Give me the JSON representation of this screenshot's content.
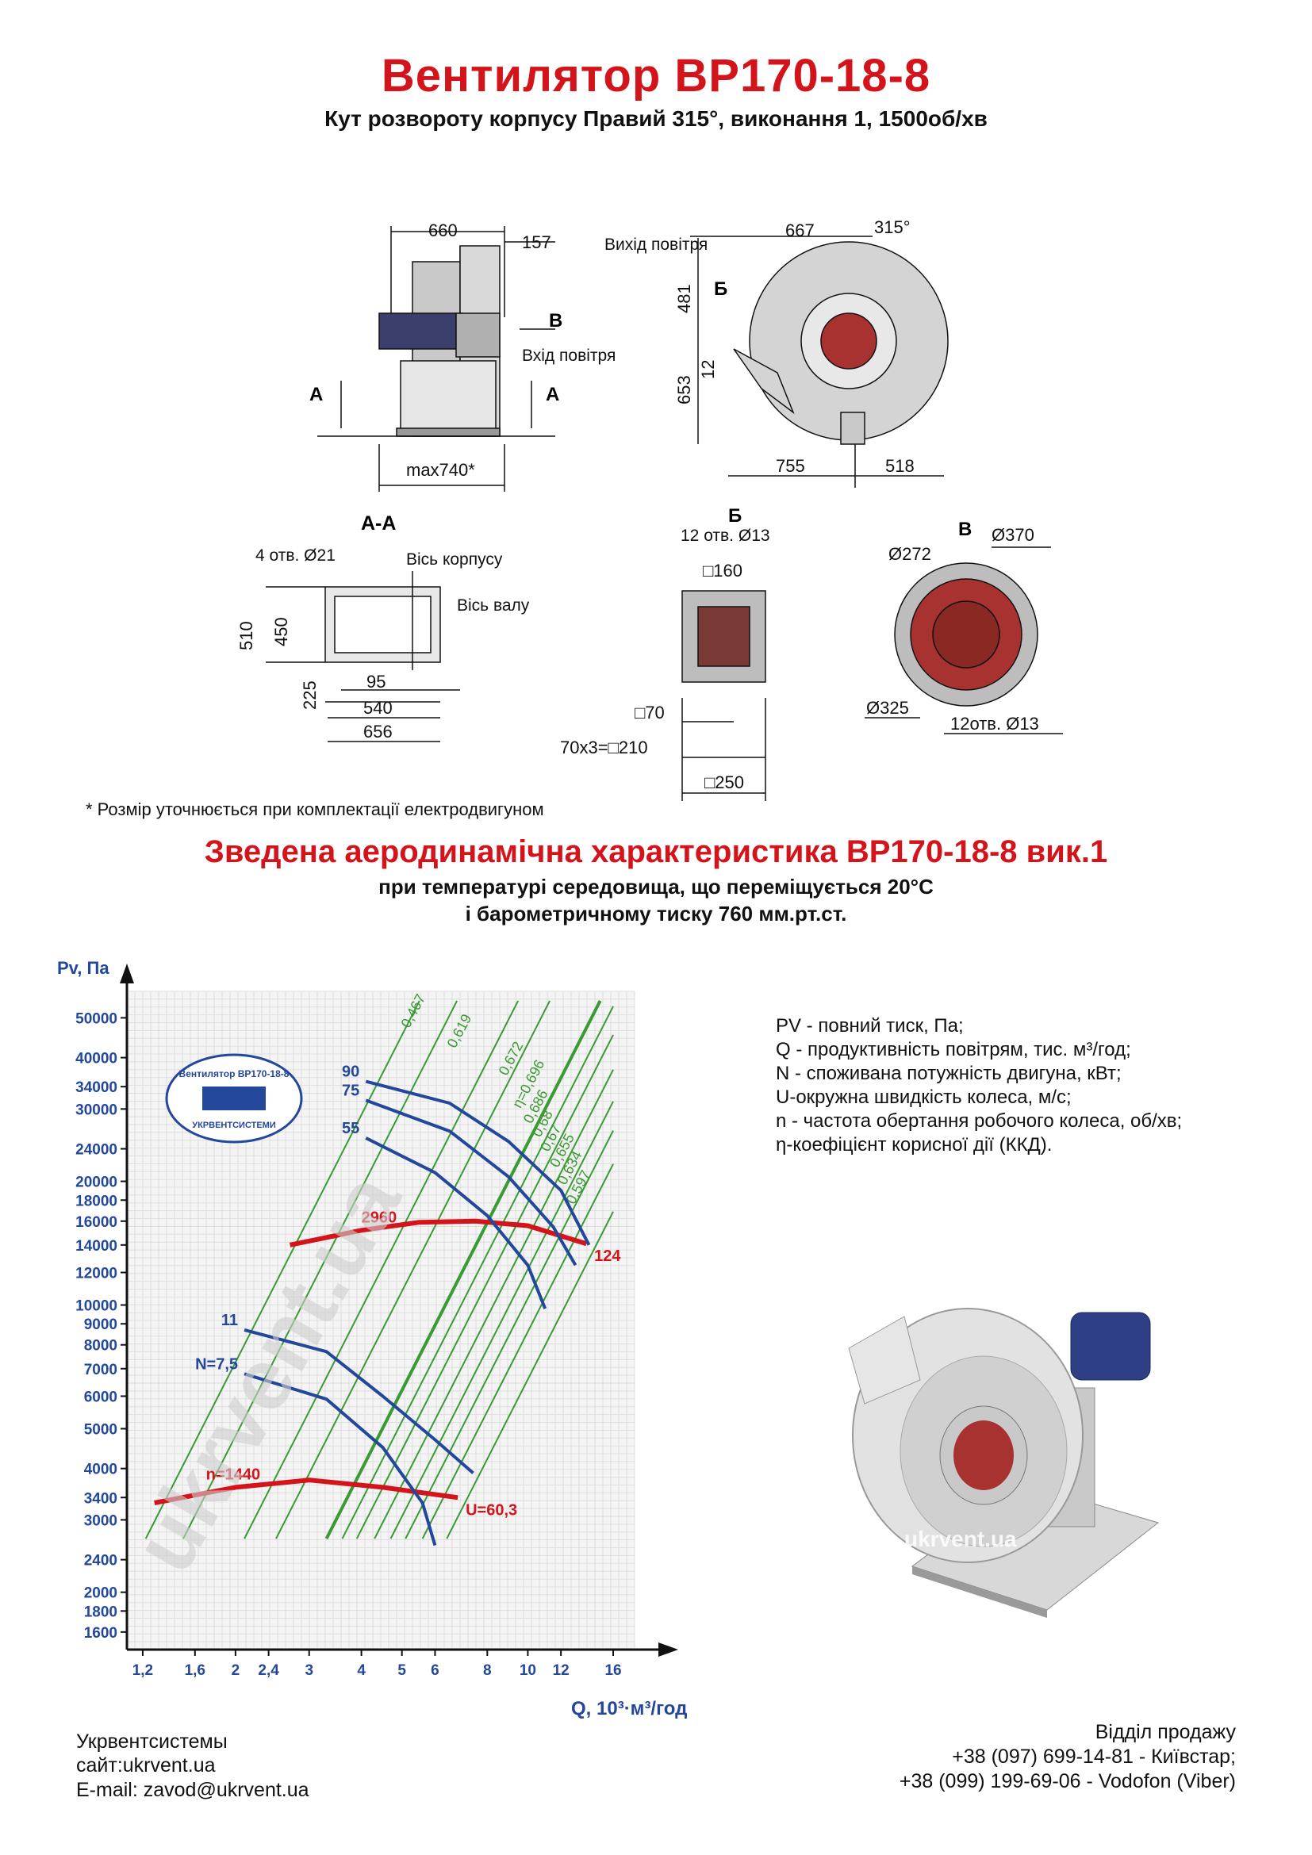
{
  "header": {
    "title": "Вентилятор ВР170-18-8",
    "subtitle": "Кут розвороту корпусу Правий 315°, виконання 1, 1500об/хв"
  },
  "drawings": {
    "side": {
      "dim_660": "660",
      "dim_157": "157",
      "label_b": "В",
      "inlet": "Вхід повітря",
      "label_a1": "А",
      "label_a2": "А",
      "dim_max740": "max740*"
    },
    "front": {
      "outlet": "Вихід повітря",
      "dim_667": "667",
      "angle": "315°",
      "dim_481": "481",
      "label_b": "Б",
      "dim_653": "653",
      "dim_12": "12",
      "dim_755": "755",
      "dim_518": "518"
    },
    "section_aa": {
      "title": "А-А",
      "holes": "4 отв. Ø21",
      "axis_housing": "Вісь корпусу",
      "axis_shaft": "Вісь валу",
      "dim_510": "510",
      "dim_450": "450",
      "dim_225": "225",
      "dim_95": "95",
      "dim_540": "540",
      "dim_656": "656"
    },
    "view_b_cyr": {
      "title": "Б",
      "holes": "12 отв. Ø13",
      "dim_160": "□160",
      "dim_70": "□70",
      "dim_210": "70х3=□210",
      "dim_250": "□250"
    },
    "view_v": {
      "title": "В",
      "d370": "Ø370",
      "d272": "Ø272",
      "d325": "Ø325",
      "holes": "12отв. Ø13"
    },
    "footnote": "* Розмір уточнюється при комплектації електродвигуном"
  },
  "section": {
    "title": "Зведена аеродинамічна характеристика ВР170-18-8 вик.1",
    "line1": "при температурі середовища, що переміщується 20°С",
    "line2": "і барометричному тиску 760 мм.рт.ст."
  },
  "chart_data": {
    "type": "line",
    "ylabel": "Pv, Па",
    "xlabel": "Q, 10³·м³/год",
    "x_scale": "log",
    "y_scale": "log",
    "x_ticks": [
      "1,2",
      "1,6",
      "2",
      "2,4",
      "3",
      "4",
      "5",
      "6",
      "8",
      "10",
      "12",
      "16"
    ],
    "y_ticks": [
      "50000",
      "40000",
      "34000",
      "30000",
      "24000",
      "20000",
      "18000",
      "16000",
      "14000",
      "12000",
      "10000",
      "9000",
      "8000",
      "7000",
      "6000",
      "5000",
      "4000",
      "3400",
      "3000",
      "2400",
      "2000",
      "1800",
      "1600"
    ],
    "grid": true,
    "series": [
      {
        "name": "2960",
        "color": "#d3141b",
        "x": [
          2.7,
          4,
          5.5,
          7.5,
          10,
          13.8
        ],
        "y": [
          14000,
          15200,
          15900,
          16000,
          15600,
          14100
        ]
      },
      {
        "name": "124",
        "color": "#d3141b",
        "x": [
          13.8
        ],
        "y": [
          14100
        ]
      },
      {
        "name": "n=1440",
        "color": "#d3141b",
        "x": [
          1.28,
          2,
          3,
          4.5,
          6.8
        ],
        "y": [
          3300,
          3600,
          3750,
          3600,
          3400
        ]
      },
      {
        "name": "U=60,3",
        "color": "#d3141b",
        "x": [
          6.8
        ],
        "y": [
          3400
        ]
      },
      {
        "name": "90",
        "color": "#23479a",
        "x": [
          4.1,
          6.5,
          9,
          12,
          14
        ],
        "y": [
          35000,
          31000,
          25000,
          19000,
          14000
        ]
      },
      {
        "name": "75",
        "color": "#23479a",
        "x": [
          4.1,
          6.5,
          9,
          11.5,
          13
        ],
        "y": [
          31500,
          26500,
          20500,
          15500,
          12500
        ]
      },
      {
        "name": "55",
        "color": "#23479a",
        "x": [
          4.1,
          6,
          8,
          10,
          11
        ],
        "y": [
          25500,
          21000,
          16500,
          12500,
          9800
        ]
      },
      {
        "name": "11",
        "color": "#23479a",
        "x": [
          2.1,
          3.3,
          4.5,
          6,
          7.4
        ],
        "y": [
          8700,
          7700,
          6000,
          4700,
          3900
        ]
      },
      {
        "name": "N=7,5",
        "color": "#23479a",
        "x": [
          2.1,
          3.3,
          4.5,
          5.6,
          6
        ],
        "y": [
          6800,
          5900,
          4500,
          3300,
          2600
        ]
      }
    ],
    "efficiency_labels": [
      "0,467",
      "0,619",
      "0,672",
      "η=0,696",
      "0,686",
      "0,68",
      "0,67",
      "0,655",
      "0,634",
      "0,597"
    ]
  },
  "legend": {
    "l1": "РV - повний тиск, Па;",
    "l2": "Q - продуктивність повітрям, тис. м³/год;",
    "l3": "N - споживана потужність двигуна, кВт;",
    "l4": "U-окружна швидкість колеса, м/с;",
    "l5": "n - частота обертання робочого колеса, об/хв;",
    "l6": "η-коефіцієнт корисної дії (ККД)."
  },
  "logo": {
    "top": "Вентилятор ВР170-18-8",
    "bottom": "УКРВЕНТСИСТЕМИ"
  },
  "watermark": "ukrvent.ua",
  "footer": {
    "company": "Укрвентсистемы",
    "site": "сайт:ukrvent.ua",
    "email": "E-mail: zavod@ukrvent.ua",
    "sales": "Відділ продажу",
    "phone1": "+38 (097) 699-14-81 - Київстар;",
    "phone2": "+38 (099) 199-69-06 - Vodofon (Viber)"
  }
}
